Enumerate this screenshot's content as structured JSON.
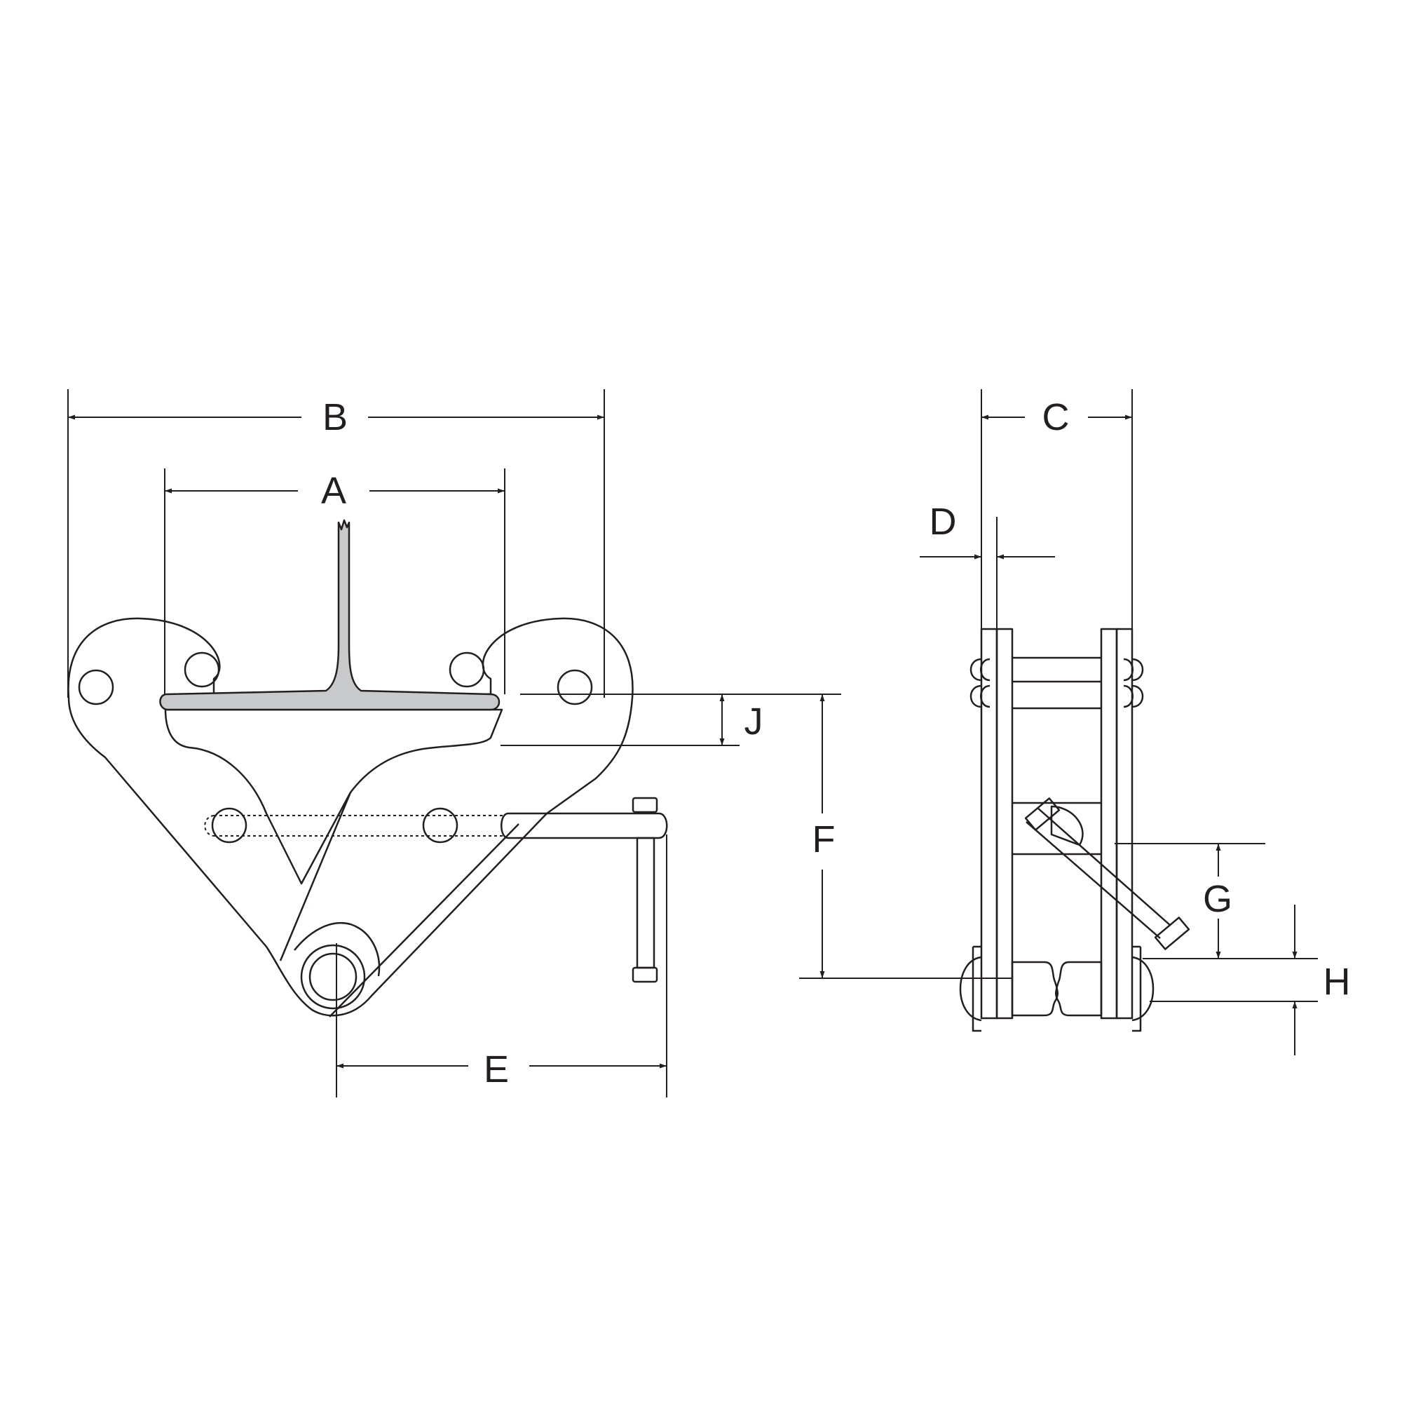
{
  "diagram": {
    "colors": {
      "stroke": "#231f20",
      "flange_fill": "#c8c9cb",
      "background": "#ffffff"
    },
    "labels": {
      "A": "A",
      "B": "B",
      "C": "C",
      "D": "D",
      "E": "E",
      "F": "F",
      "G": "G",
      "H": "H",
      "J": "J"
    }
  }
}
